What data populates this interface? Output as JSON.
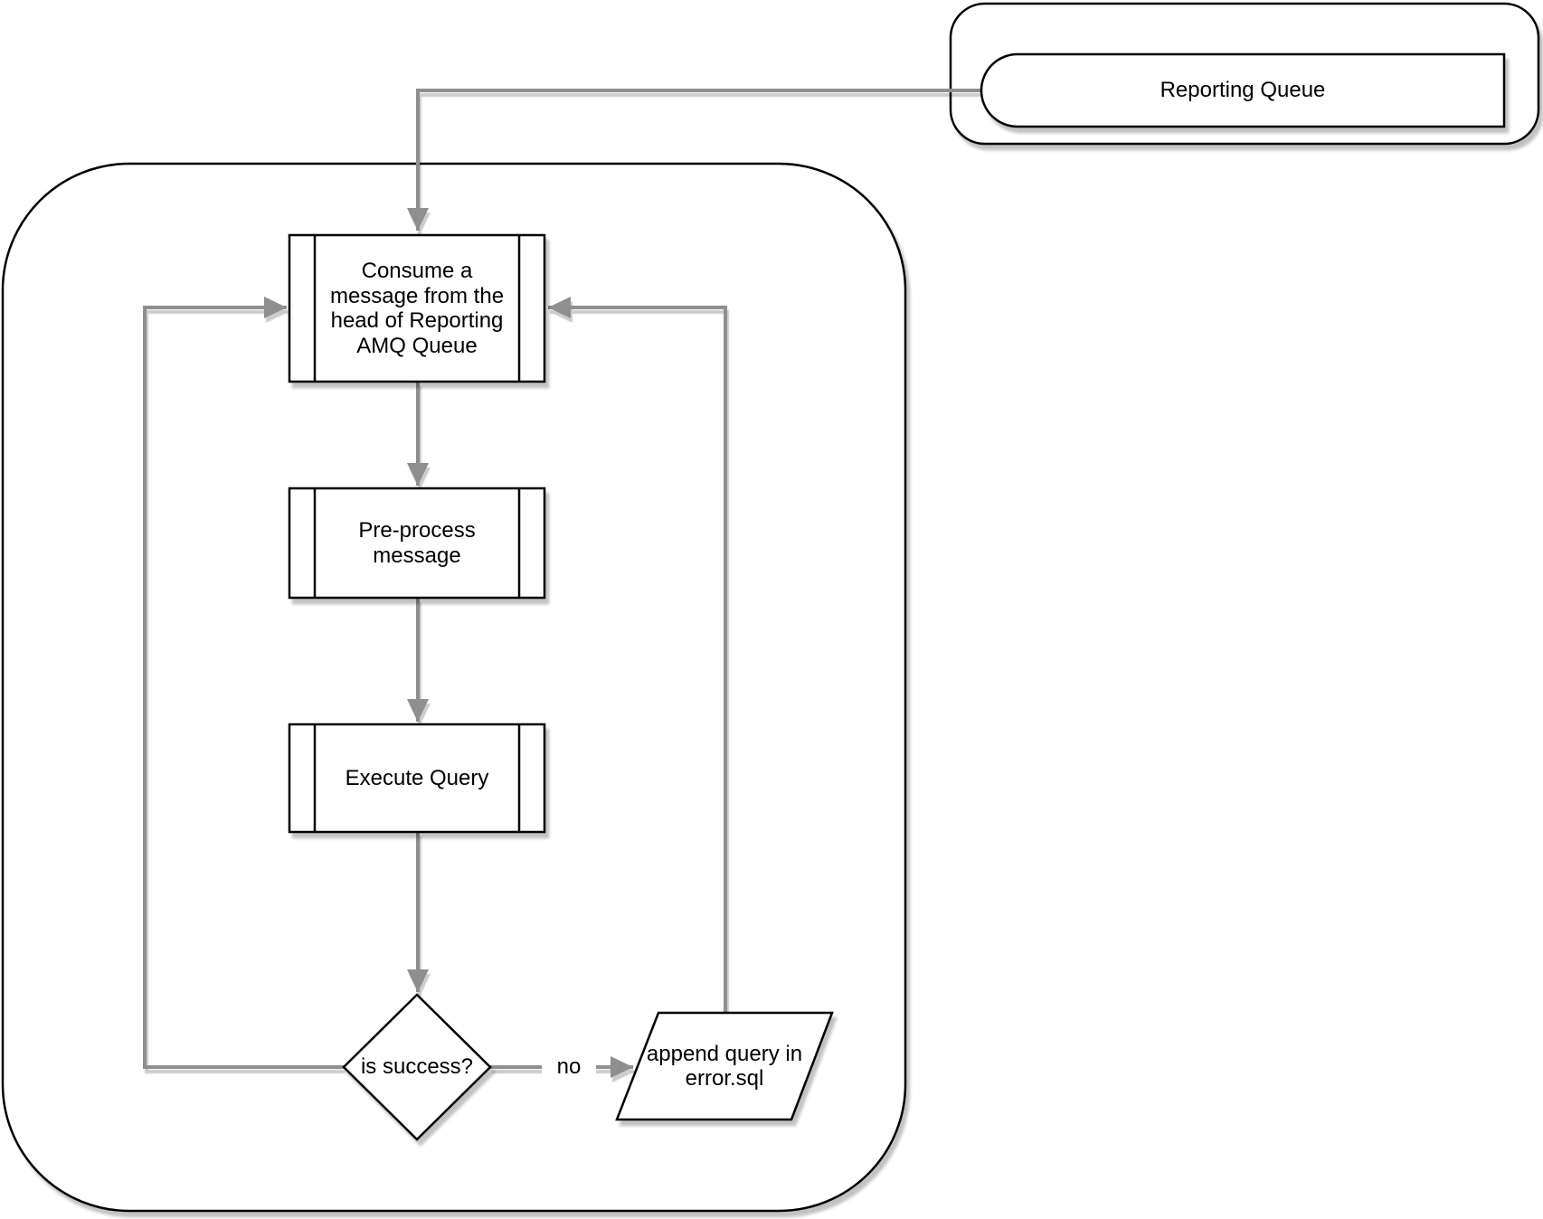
{
  "diagram": {
    "type": "flowchart",
    "nodes": {
      "reporting_queue": {
        "label": "Reporting Queue",
        "shape": "queue"
      },
      "consume_message": {
        "label": "Consume a\nmessage from the\nhead of Reporting\nAMQ Queue",
        "shape": "predefined-process"
      },
      "preprocess_message": {
        "label": "Pre-process\nmessage",
        "shape": "predefined-process"
      },
      "execute_query": {
        "label": "Execute Query",
        "shape": "predefined-process"
      },
      "is_success": {
        "label": "is success?",
        "shape": "decision"
      },
      "append_error_sql": {
        "label": "append query in\nerror.sql",
        "shape": "data-parallelogram"
      }
    },
    "edges": {
      "decision_no_label": "no"
    },
    "colors": {
      "shape_stroke": "#000000",
      "shape_fill": "#ffffff",
      "connector": "#8f8f8f",
      "shadow": "#c9c9c9",
      "background": "#ffffff"
    }
  }
}
